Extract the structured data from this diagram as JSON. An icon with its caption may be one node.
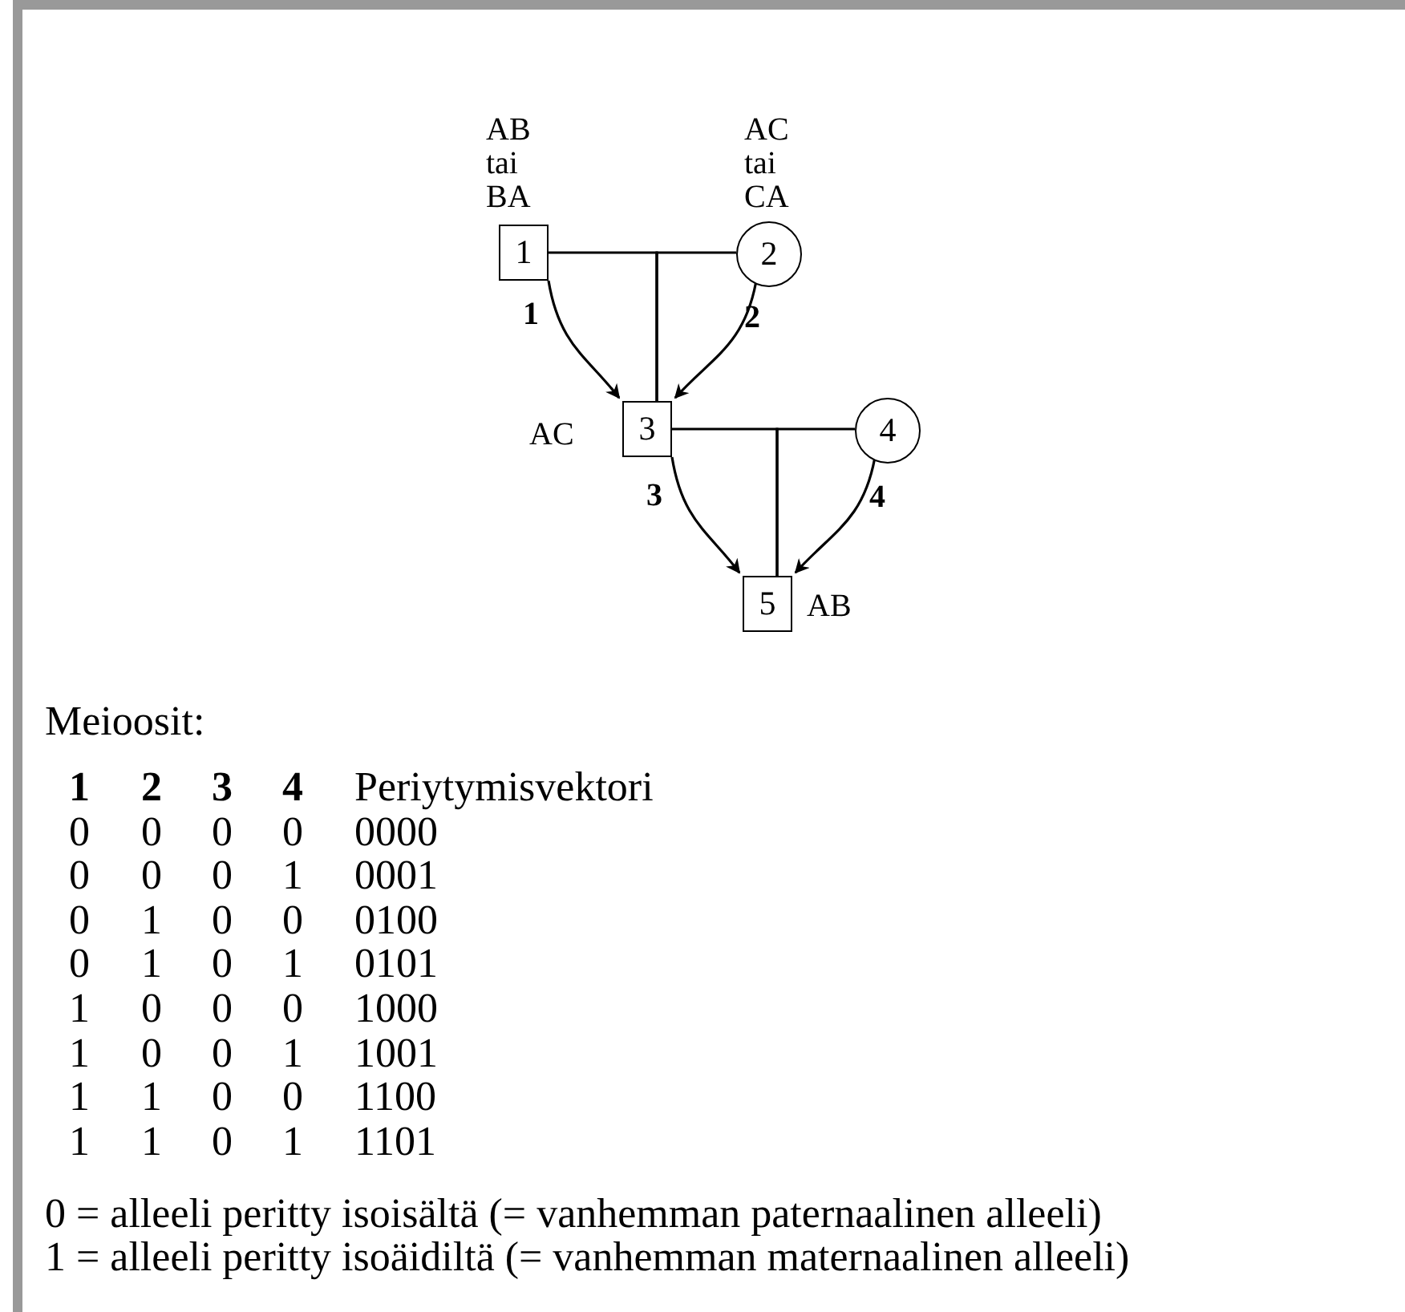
{
  "diagram": {
    "nodes": [
      {
        "text": [
          "1"
        ],
        "beside": [
          "AB tai BA"
        ]
      },
      {
        "text": [
          "2"
        ],
        "beside": [
          "AC tai CA"
        ]
      },
      {
        "text": [
          "3"
        ],
        "beside": [
          "AC"
        ]
      },
      {
        "text": [
          "4"
        ]
      },
      {
        "text": [
          "5"
        ],
        "beside": [
          "AB"
        ]
      }
    ],
    "edges": [
      {
        "from": 0,
        "to": 2,
        "arrow": "none"
      },
      {
        "from": 1,
        "to": 2,
        "arrow": "none"
      },
      {
        "from": 2,
        "to": 4,
        "arrow": "none"
      },
      {
        "from": 3,
        "to": 4,
        "arrow": "none"
      },
      {
        "from": 0,
        "to": 2,
        "arrow": "to",
        "label": "1"
      },
      {
        "from": 1,
        "to": 2,
        "arrow": "to",
        "label": "2"
      },
      {
        "from": 2,
        "to": 4,
        "arrow": "to",
        "label": "3"
      },
      {
        "from": 3,
        "to": 4,
        "arrow": "to",
        "label": "4"
      }
    ],
    "labels": [
      "Meioosit:",
      "1",
      "2",
      "3",
      "4",
      "Periytymisvektori",
      "0",
      "0",
      "0",
      "0",
      "0000",
      "0",
      "0",
      "0",
      "1",
      "0001",
      "0",
      "1",
      "0",
      "0",
      "0100",
      "0",
      "1",
      "0",
      "1",
      "0101",
      "1",
      "0",
      "0",
      "0",
      "1000",
      "1",
      "0",
      "0",
      "1",
      "1001",
      "1",
      "1",
      "0",
      "0",
      "1100",
      "1",
      "1",
      "0",
      "1",
      "1101",
      "0 = alleeli peritty isoisältä (= vanhemman paternaalinen alleeli)",
      "1 = alleeli peritty isoäidiltä (= vanhemman maternaalinen alleeli)"
    ]
  }
}
